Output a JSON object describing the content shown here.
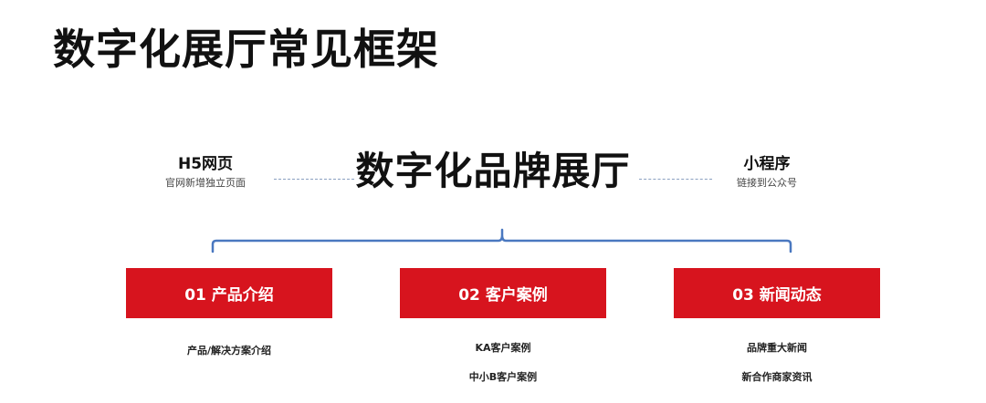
{
  "page_title": "数字化展厅常见框架",
  "center_title": "数字化品牌展厅",
  "left_block": {
    "title": "H5网页",
    "subtitle": "官网新增独立页面"
  },
  "right_block": {
    "title": "小程序",
    "subtitle": "链接到公众号"
  },
  "sections": [
    {
      "label": "01 产品介绍",
      "items": [
        "产品/解决方案介绍"
      ]
    },
    {
      "label": "02 客户案例",
      "items": [
        "KA客户案例",
        "中小B客户案例"
      ]
    },
    {
      "label": "03 新闻动态",
      "items": [
        "品牌重大新闻",
        "新合作商家资讯"
      ]
    }
  ],
  "colors": {
    "accent_red": "#d7141e",
    "bracket_blue": "#4a78c0",
    "dash_blue": "#8aa0c0"
  }
}
